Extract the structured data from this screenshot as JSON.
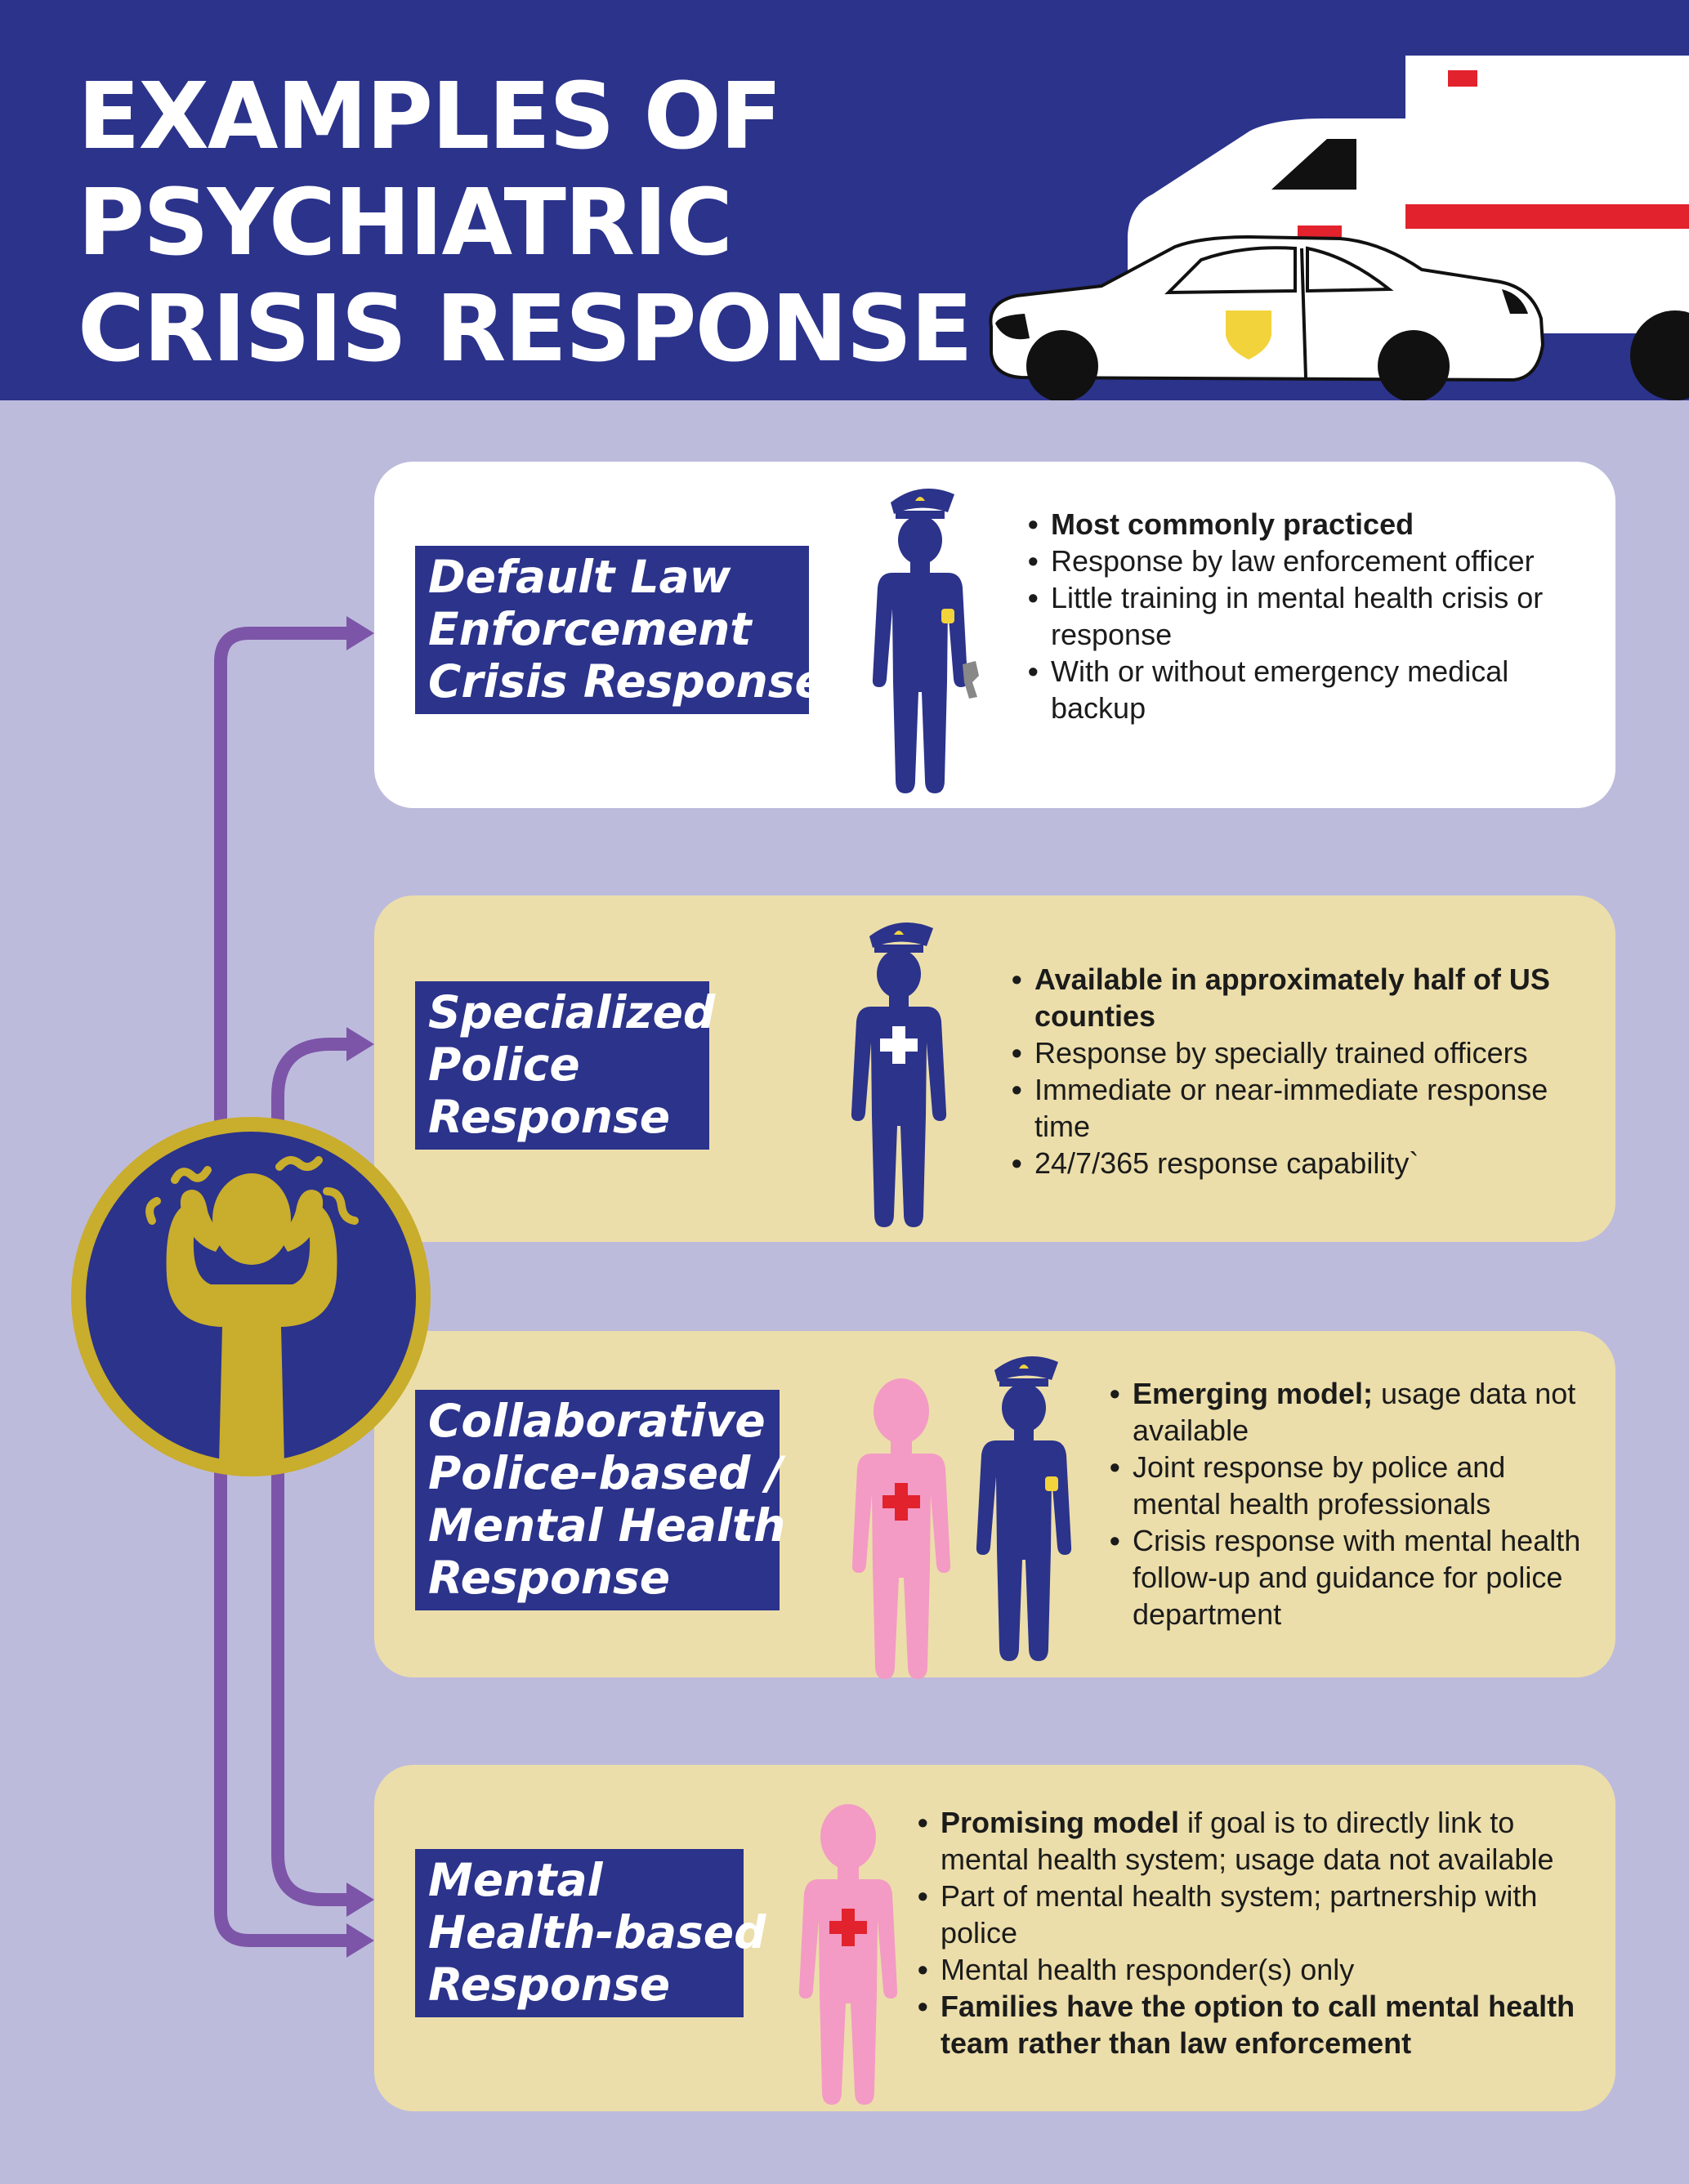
{
  "header": {
    "title_lines": [
      "EXAMPLES OF",
      "PSYCHIATRIC",
      "CRISIS RESPONSE"
    ]
  },
  "colors": {
    "navy": "#2b338b",
    "backdrop": "#bdbbdc",
    "card_tan": "#ecdeaa",
    "card_white": "#ffffff",
    "arrow_purple": "#7c55a8",
    "gold": "#c9ad2c",
    "pink": "#f39bc4",
    "red": "#e2222d"
  },
  "center_icon": "distressed-person-icon",
  "responses": [
    {
      "label_lines": [
        "Default Law",
        "Enforcement",
        "Crisis Response"
      ],
      "figures": [
        "police-officer-with-gun-icon"
      ],
      "bullets": [
        {
          "bold": "Most commonly practiced",
          "text": ""
        },
        {
          "bold": "",
          "text": "Response by law enforcement officer"
        },
        {
          "bold": "",
          "text": "Little training in mental health crisis or response"
        },
        {
          "bold": "",
          "text": "With or without emergency medical backup"
        }
      ]
    },
    {
      "label_lines": [
        "Specialized",
        "Police",
        "Response"
      ],
      "figures": [
        "police-officer-medical-cross-icon"
      ],
      "bullets": [
        {
          "bold": "Available in approximately half of US counties",
          "text": ""
        },
        {
          "bold": "",
          "text": "Response by specially trained officers"
        },
        {
          "bold": "",
          "text": "Immediate or near-immediate response time"
        },
        {
          "bold": "",
          "text": "24/7/365 response capability`"
        }
      ]
    },
    {
      "label_lines": [
        "Collaborative",
        "Police-based /",
        "Mental Health",
        "Response"
      ],
      "figures": [
        "mental-health-worker-icon",
        "police-officer-icon"
      ],
      "bullets": [
        {
          "bold": "Emerging model;",
          "text": " usage data not available"
        },
        {
          "bold": "",
          "text": "Joint response by police and mental health professionals"
        },
        {
          "bold": "",
          "text": "Crisis response with mental health follow-up and guidance for police department"
        }
      ]
    },
    {
      "label_lines": [
        "Mental",
        "Health-based",
        "Response"
      ],
      "figures": [
        "mental-health-worker-icon"
      ],
      "bullets": [
        {
          "bold": "Promising model",
          "text": " if goal is to directly link to mental health system; usage data not available"
        },
        {
          "bold": "",
          "text": "Part of mental health system; partnership with police"
        },
        {
          "bold": "",
          "text": "Mental health responder(s) only"
        },
        {
          "bold": "Families have the option to call mental health team rather than law enforcement",
          "text": ""
        }
      ]
    }
  ]
}
